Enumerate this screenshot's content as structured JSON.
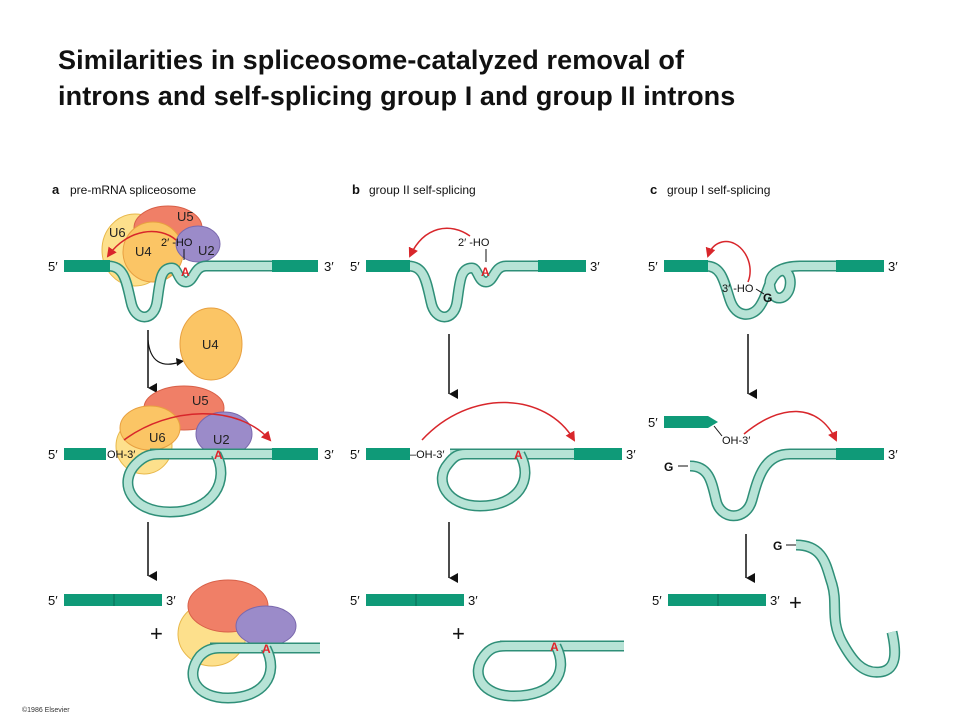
{
  "title": {
    "line1": "Similarities in spliceosome-catalyzed removal of",
    "line2": "introns and self-splicing group I and group II introns"
  },
  "colors": {
    "exon": "#0f9a78",
    "intron_fill": "#b7e3d6",
    "intron_stroke": "#2f8f78",
    "arrow_red": "#d8262b",
    "u6": "#fde08c",
    "u4": "#fbc565",
    "u5": "#f07f67",
    "u2": "#9b8bc9"
  },
  "panels": {
    "a": {
      "letter": "a",
      "label": "pre-mRNA spliceosome"
    },
    "b": {
      "letter": "b",
      "label": "group II self-splicing"
    },
    "c": {
      "letter": "c",
      "label": "group I self-splicing"
    }
  },
  "labels": {
    "five": "5′",
    "three": "3′",
    "A": "A",
    "G": "G",
    "ho2": "2′ -HO",
    "ho3": "3′ -HO",
    "oh3": "OH-3′",
    "oh3_b": "–OH-3′",
    "plus": "+",
    "U5": "U5",
    "U6": "U6",
    "U4": "U4",
    "U2": "U2"
  },
  "copyright": "©1986 Elsevier"
}
